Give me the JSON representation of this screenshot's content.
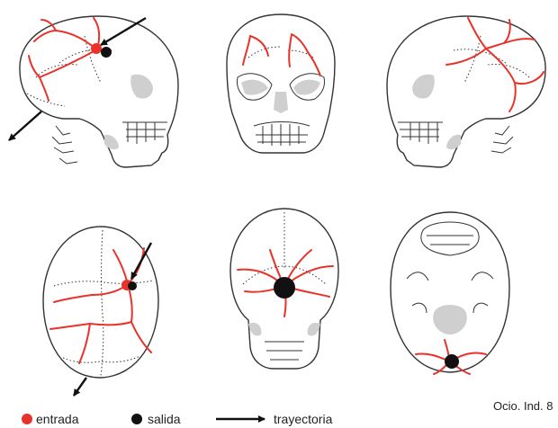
{
  "legend": {
    "entry_label": "entrada",
    "exit_label": "salida",
    "trajectory_label": "trayectoria"
  },
  "caption": "Ocio. Ind. 8",
  "colors": {
    "fracture": "#e8322a",
    "entry_wound": "#e8322a",
    "exit_wound": "#111111",
    "trajectory": "#111111"
  },
  "views": [
    {
      "id": "right-lateral",
      "icon": "skull-lateral-right"
    },
    {
      "id": "anterior",
      "icon": "skull-frontal"
    },
    {
      "id": "left-lateral",
      "icon": "skull-lateral-left"
    },
    {
      "id": "superior",
      "icon": "skull-top"
    },
    {
      "id": "posterior",
      "icon": "skull-back"
    },
    {
      "id": "inferior",
      "icon": "skull-base"
    }
  ]
}
